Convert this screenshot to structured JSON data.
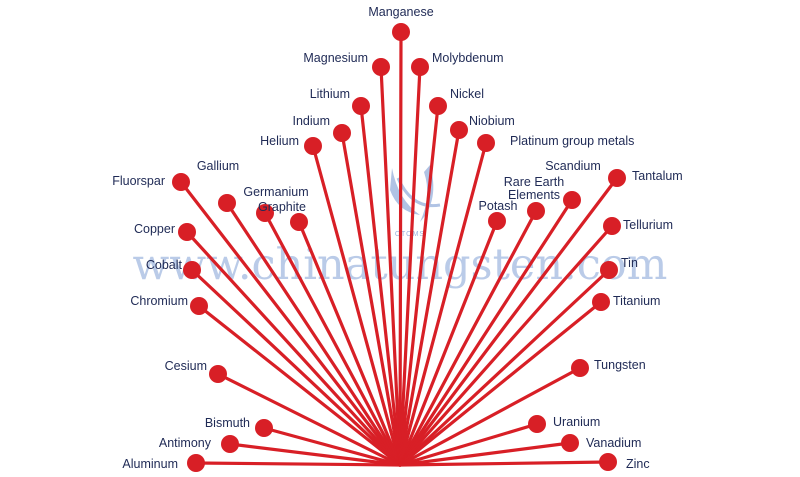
{
  "colors": {
    "stem": "#d81f26",
    "dot": "#d81f26",
    "label": "#1f2a55",
    "watermark": "#1f55b5"
  },
  "watermark": {
    "text": "www.chinatungsten.com",
    "logo_text": "CTOMS"
  },
  "minerals": [
    {
      "name": "Aluminum"
    },
    {
      "name": "Antimony"
    },
    {
      "name": "Bismuth"
    },
    {
      "name": "Cesium"
    },
    {
      "name": "Chromium"
    },
    {
      "name": "Cobalt"
    },
    {
      "name": "Copper"
    },
    {
      "name": "Fluorspar"
    },
    {
      "name": "Gallium"
    },
    {
      "name": "Germanium"
    },
    {
      "name": "Graphite"
    },
    {
      "name": "Helium"
    },
    {
      "name": "Indium"
    },
    {
      "name": "Lithium"
    },
    {
      "name": "Magnesium"
    },
    {
      "name": "Manganese"
    },
    {
      "name": "Molybdenum"
    },
    {
      "name": "Nickel"
    },
    {
      "name": "Niobium"
    },
    {
      "name": "Platinum group metals"
    },
    {
      "name": "Potash"
    },
    {
      "name": "Rare Earth Elements",
      "lines": [
        "Rare Earth",
        "Elements"
      ]
    },
    {
      "name": "Scandium"
    },
    {
      "name": "Tantalum"
    },
    {
      "name": "Tellurium"
    },
    {
      "name": "Tin"
    },
    {
      "name": "Titanium"
    },
    {
      "name": "Tungsten"
    },
    {
      "name": "Uranium"
    },
    {
      "name": "Vanadium"
    },
    {
      "name": "Zinc"
    }
  ]
}
